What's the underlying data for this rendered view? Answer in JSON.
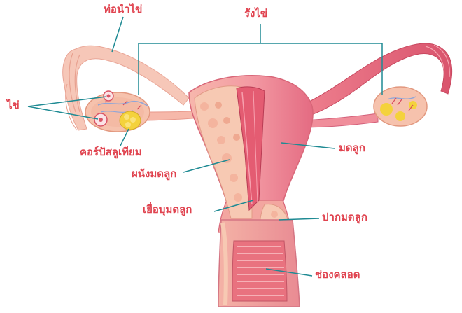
{
  "labels": {
    "fallopian_tube": "ท่อนำไข่",
    "ovary": "รังไข่",
    "egg": "ไข่",
    "corpus_luteum": "คอร์ปัสลูเทียม",
    "uterus": "มดลูก",
    "uterine_wall": "ผนังมดลูก",
    "endometrium": "เยื่อบุมดลูก",
    "cervix": "ปากมดลูก",
    "vagina": "ช่องคลอด"
  },
  "colors": {
    "label": "#e0434f",
    "leader_line": "#1e8a93",
    "tissue_pink": "#f28b98",
    "tissue_light": "#f7c2b4",
    "tissue_dark": "#d4506a",
    "yellow_body": "#f4d23c"
  }
}
